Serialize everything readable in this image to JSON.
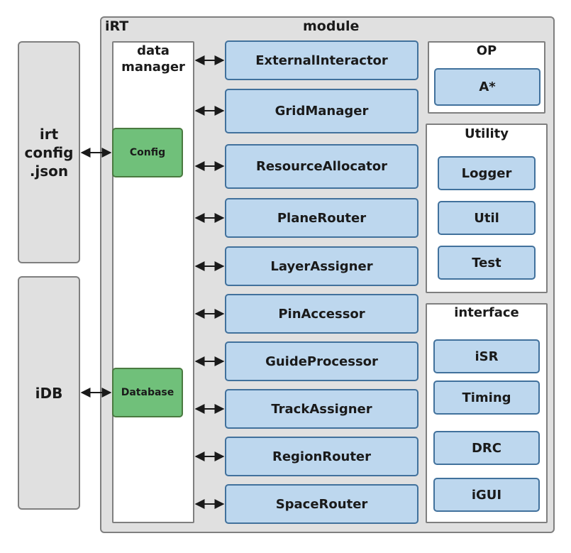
{
  "irt_label": "iRT",
  "module_label": "module",
  "data_manager_label": "data\nmanager",
  "config_file": "irt\nconfig\n.json",
  "idb": "iDB",
  "config": "Config",
  "database": "Database",
  "modules": [
    "ExternalInteractor",
    "GridManager",
    "ResourceAllocator",
    "PlaneRouter",
    "LayerAssigner",
    "PinAccessor",
    "GuideProcessor",
    "TrackAssigner",
    "RegionRouter",
    "SpaceRouter"
  ],
  "op": {
    "title": "OP",
    "items": [
      "A*"
    ]
  },
  "utility": {
    "title": "Utility",
    "items": [
      "Logger",
      "Util",
      "Test"
    ]
  },
  "interface": {
    "title": "interface",
    "items": [
      "iSR",
      "Timing",
      "DRC",
      "iGUI"
    ]
  },
  "colors": {
    "module_fill": "#bdd7ee",
    "module_border": "#41719c",
    "data_fill": "#70c07a",
    "container_fill": "#e0e0e0"
  }
}
